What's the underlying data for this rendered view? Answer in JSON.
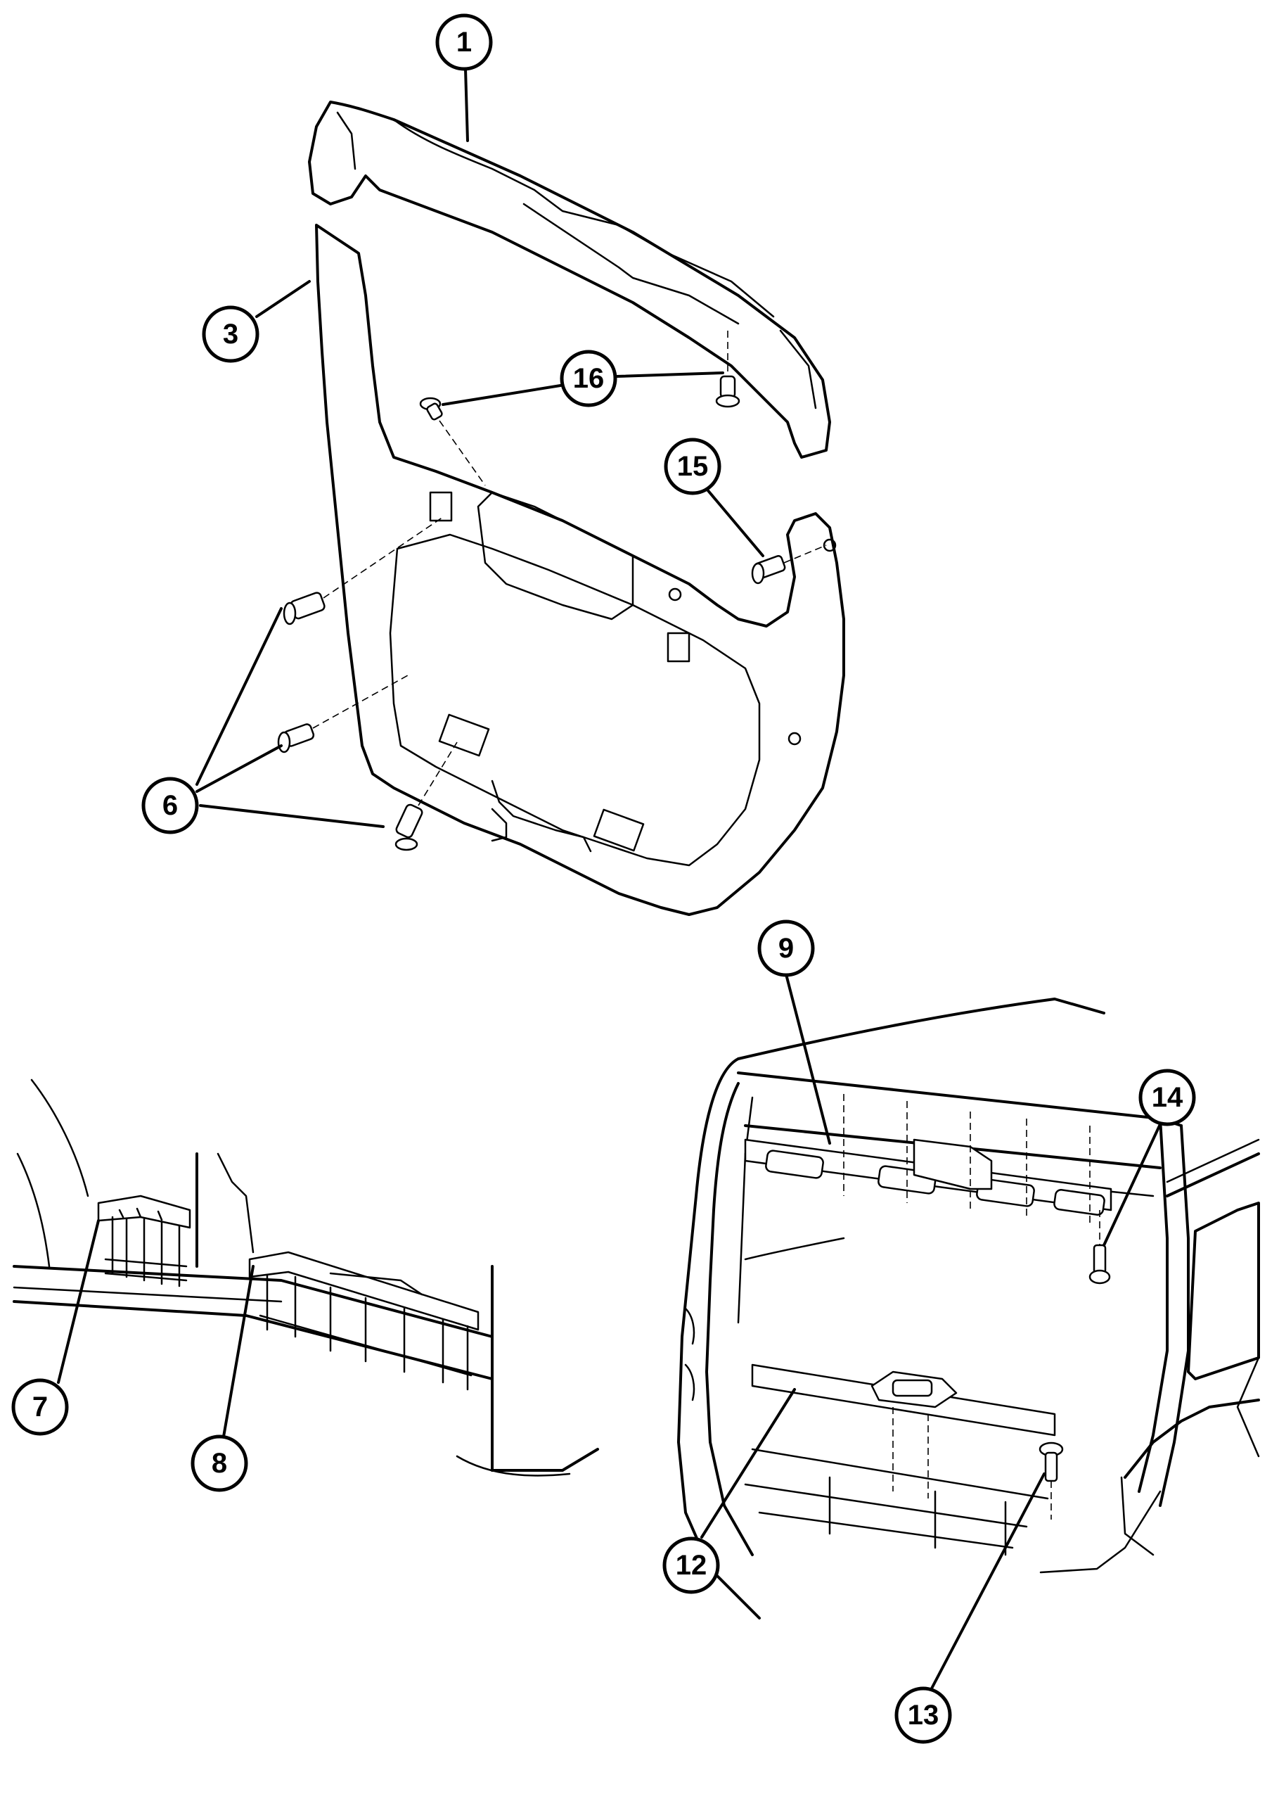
{
  "callouts": [
    {
      "id": "c1",
      "label": "1"
    },
    {
      "id": "c3",
      "label": "3"
    },
    {
      "id": "c16",
      "label": "16"
    },
    {
      "id": "c15",
      "label": "15"
    },
    {
      "id": "c6",
      "label": "6"
    },
    {
      "id": "c9",
      "label": "9"
    },
    {
      "id": "c14",
      "label": "14"
    },
    {
      "id": "c7",
      "label": "7"
    },
    {
      "id": "c8",
      "label": "8"
    },
    {
      "id": "c12",
      "label": "12"
    },
    {
      "id": "c13",
      "label": "13"
    }
  ]
}
